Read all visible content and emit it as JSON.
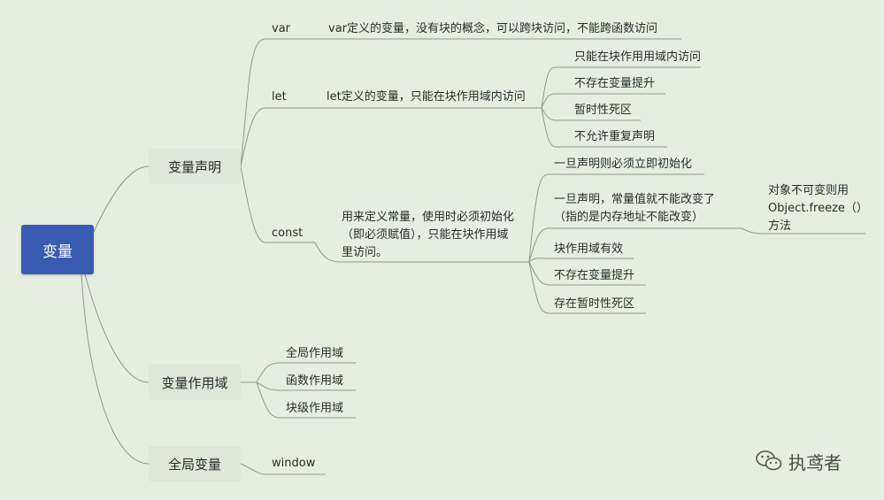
{
  "root": {
    "label": "变量"
  },
  "branches": {
    "declaration": {
      "label": "变量声明",
      "var": {
        "key": "var",
        "desc": "var定义的变量，没有块的概念，可以跨块访问，不能跨函数访问"
      },
      "let": {
        "key": "let",
        "desc": "let定义的变量，只能在块作用域内访问",
        "children": [
          "只能在块作用用域内访问",
          "不存在变量提升",
          "暂时性死区",
          "不允许重复声明"
        ]
      },
      "const": {
        "key": "const",
        "desc": "用来定义常量，使用时必须初始化（即必须赋值），只能在块作用域里访问。",
        "c1": "一旦声明则必须立即初始化",
        "c2": "一旦声明，常量值就不能改变了（指的是内存地址不能改变）",
        "c2_child": "对象不可变则用Object.freeze（）方法",
        "c3": "块作用域有效",
        "c4": "不存在变量提升",
        "c5": "存在暂时性死区"
      }
    },
    "scope": {
      "label": "变量作用域",
      "children": [
        "全局作用域",
        "函数作用域",
        "块级作用域"
      ]
    },
    "global": {
      "label": "全局变量",
      "children": [
        "window"
      ]
    }
  },
  "watermark": {
    "text": "执鸢者",
    "icon": "wechat-icon"
  },
  "colors": {
    "background": "#e6eee1",
    "root": "#3a5bb2",
    "line": "#8f9a8b",
    "main_node": "#dfe6da"
  }
}
